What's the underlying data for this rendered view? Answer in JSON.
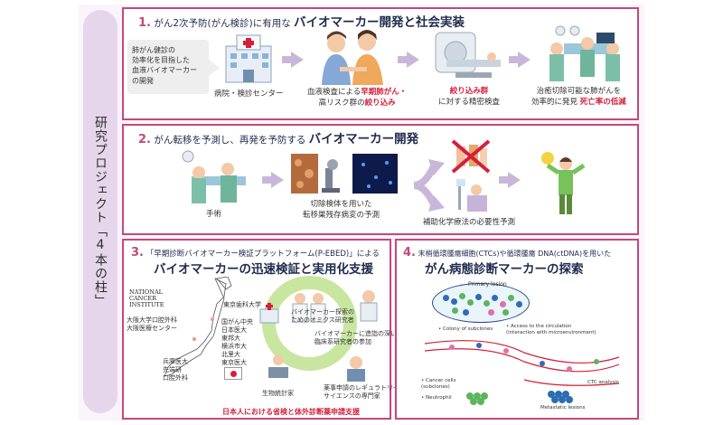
{
  "side_title": "研究プロジェクト「4本の柱」",
  "pillar1": {
    "number": "1.",
    "title_small": "がん2次予防(がん検診)に有用な",
    "title_large": "バイオマーカー開発と社会実装",
    "bubble_text": "肺がん健診の\n効率化を目指した\n血液バイオマーカー\nの開発",
    "step1": "病院・検診センター",
    "step2_line1a": "血液検査による",
    "step2_line1b": "早期肺がん",
    "step2_line1c": "・",
    "step2_line2a": "高リスク群の",
    "step2_line2b": "絞り込み",
    "step3_line1": "絞り込み群",
    "step3_line2": "に対する精密検査",
    "step4_line1": "治癒切除可能な肺がんを",
    "step4_line2a": "効率的に発見 ",
    "step4_line2b": "死亡率の低減"
  },
  "pillar2": {
    "number": "2.",
    "title_small": "がん転移を予測し、再発を予防する",
    "title_large": "バイオマーカー開発",
    "step1": "手術",
    "step2": "切除検体を用いた\n転移巣残存病変の予測",
    "step3": "補助化学療法の必要性予測"
  },
  "pillar3": {
    "number": "3.",
    "title_small": "「早期診断バイオマーカー検証プラットフォーム(P-EBED)」による",
    "title_large": "バイオマーカーの迅速検証と実用化支援",
    "logo_text": "NATIONAL\nCANCER\nINSTITUTE",
    "map_labels": {
      "west": "大阪大学口腔外科\n大阪医療センター",
      "east_top": "東京歯科大学",
      "east_list": "国がん中央\n日本医大\n東邦大\n横浜市大\n北里大\n東京医大",
      "south": "兵庫医大\n先端研\n口腔外科"
    },
    "roles": {
      "omics": "バイオマーカー探索の\nためのオミクス研究者",
      "clinical": "バイオマーカーに造詣の深い\n臨床系研究者の参加",
      "stats": "生物統計家",
      "regulatory": "薬事申請のレギュラトリー\nサイエンスの専門家"
    },
    "footer": "日本人における省検と体外診断薬申請支援"
  },
  "pillar4": {
    "number": "4.",
    "title_small": "末梢循環腫瘍細胞(CTCs)や循環腫瘍 DNA(ctDNA)を用いた",
    "title_large": "がん病態診断マーカーの探索",
    "primary_lesion": "Primary lesion",
    "colony": "• Colony of subclones",
    "access_line1": "• Access to the circulation",
    "access_line2": "(interaction with microenvironment)",
    "cancer_cells_line1": "• Cancer cells",
    "cancer_cells_line2": "(subclones)",
    "neutrophil": "• Neutrophil",
    "ctc_analysis": "CTC analysis",
    "metastatic": "Metastatic lesions"
  },
  "colors": {
    "panel_border": "#c24a7a",
    "side_bg": "#e6d6ec",
    "arrow": "#c9b7da",
    "highlight_red": "#d4203a",
    "cycle_green": "#c9e6a0"
  }
}
